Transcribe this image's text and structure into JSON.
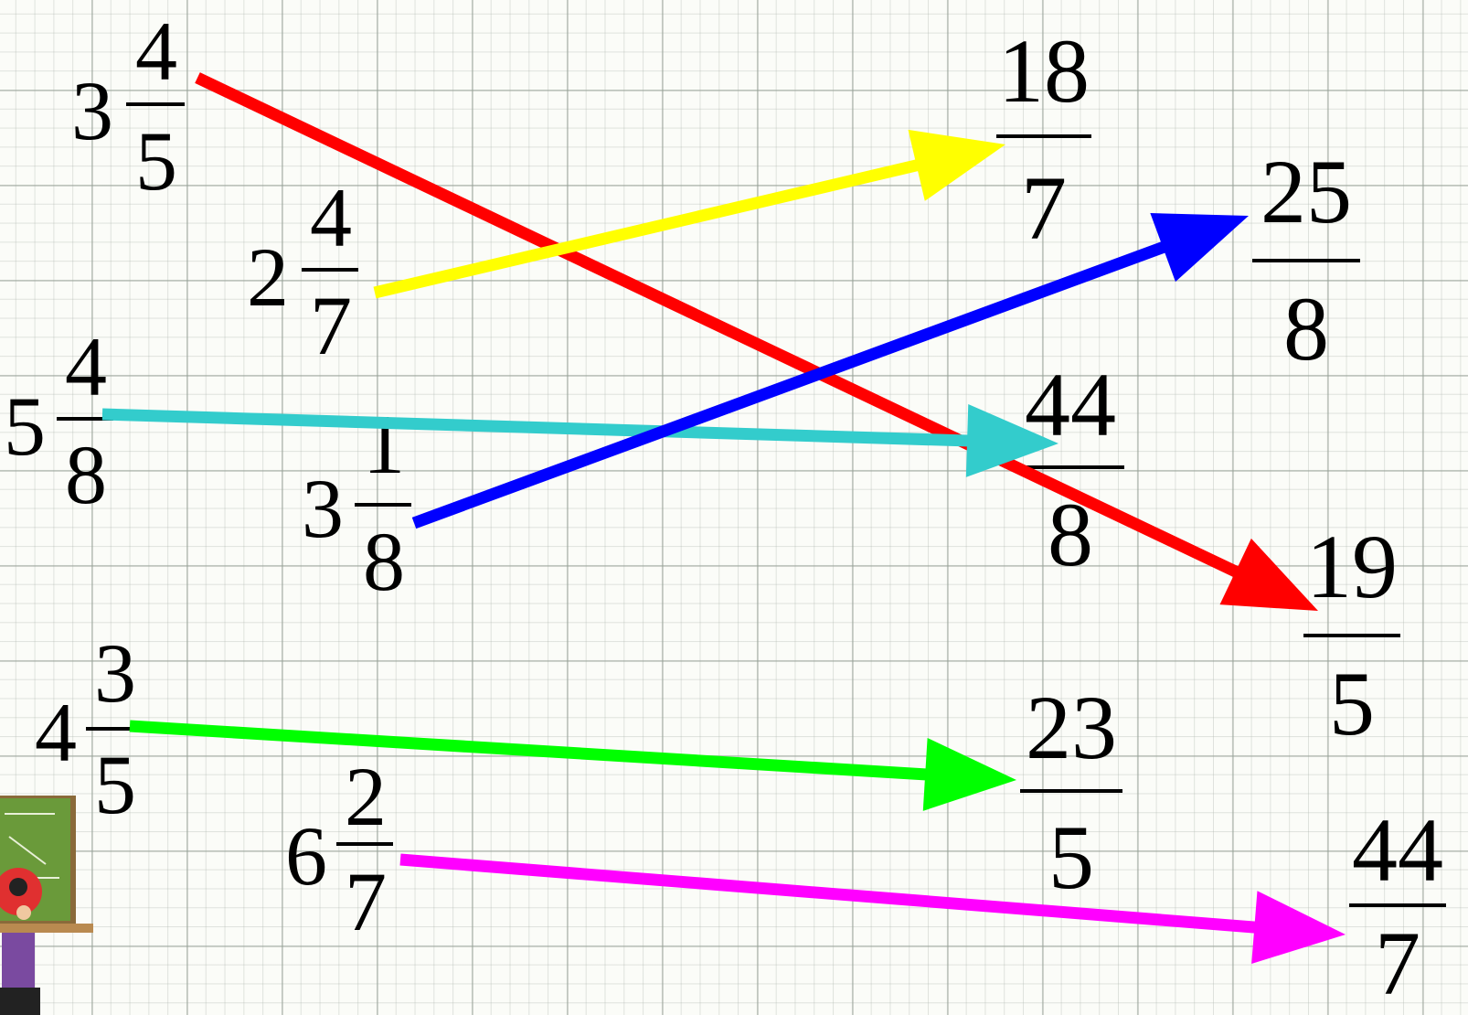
{
  "mixed_numbers": [
    {
      "id": "m1",
      "whole": "3",
      "num": "4",
      "den": "5"
    },
    {
      "id": "m2",
      "whole": "2",
      "num": "4",
      "den": "7"
    },
    {
      "id": "m3",
      "whole": "5",
      "num": "4",
      "den": "8"
    },
    {
      "id": "m4",
      "whole": "3",
      "num": "1",
      "den": "8"
    },
    {
      "id": "m5",
      "whole": "4",
      "num": "3",
      "den": "5"
    },
    {
      "id": "m6",
      "whole": "6",
      "num": "2",
      "den": "7"
    }
  ],
  "improper_fractions": [
    {
      "id": "f1",
      "num": "18",
      "den": "7"
    },
    {
      "id": "f2",
      "num": "25",
      "den": "8"
    },
    {
      "id": "f3",
      "num": "44",
      "den": "8"
    },
    {
      "id": "f4",
      "num": "19",
      "den": "5"
    },
    {
      "id": "f5",
      "num": "23",
      "den": "5"
    },
    {
      "id": "f6",
      "num": "44",
      "den": "7"
    }
  ],
  "arrows": [
    {
      "from": "m1",
      "to": "f4",
      "color": "#ff0000"
    },
    {
      "from": "m2",
      "to": "f1",
      "color": "#ffff00"
    },
    {
      "from": "m3",
      "to": "f3",
      "color": "#33cccc"
    },
    {
      "from": "m4",
      "to": "f2",
      "color": "#0000ff"
    },
    {
      "from": "m5",
      "to": "f5",
      "color": "#00ff00"
    },
    {
      "from": "m6",
      "to": "f6",
      "color": "#ff00ff"
    }
  ],
  "icon": "teacher-at-chalkboard-icon"
}
